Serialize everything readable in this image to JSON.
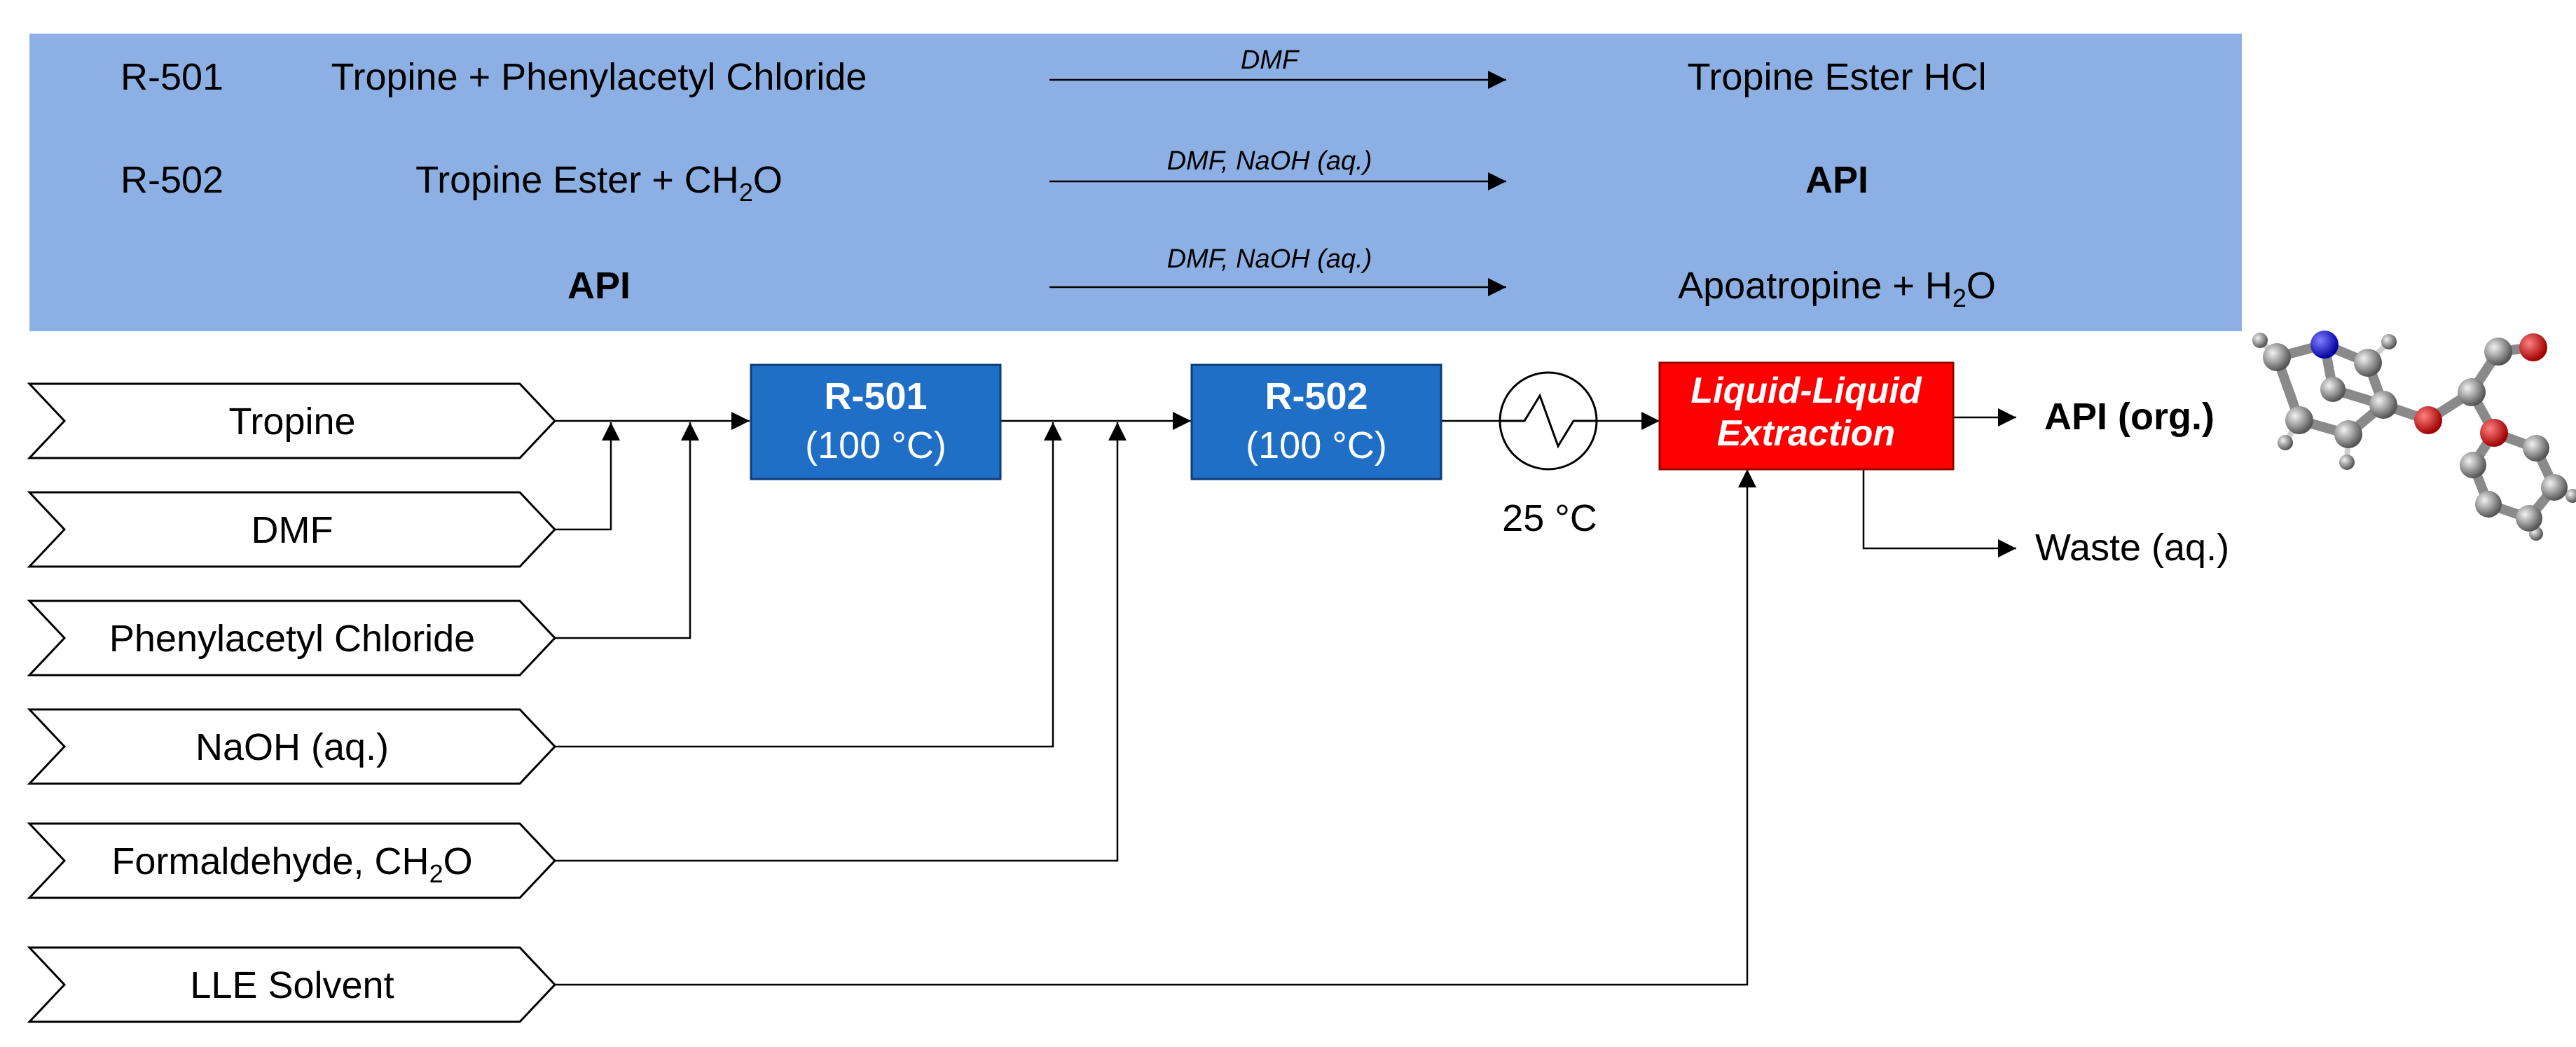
{
  "reactions": [
    {
      "id": "R-501",
      "reactants": "Tropine + Phenylacetyl Chloride",
      "conditions": "DMF",
      "product": "Tropine Ester HCl"
    },
    {
      "id": "R-502",
      "reactants_main": "Tropine Ester + CH",
      "reactants_sub": "2",
      "reactants_end": "O",
      "conditions": "DMF, NaOH (aq.)",
      "product": "API"
    },
    {
      "reactants": "API",
      "conditions": "DMF, NaOH (aq.)",
      "product_main": "Apoatropine + H",
      "product_sub": "2",
      "product_end": "O"
    }
  ],
  "feeds": [
    {
      "label": "Tropine"
    },
    {
      "label": "DMF"
    },
    {
      "label": "Phenylacetyl Chloride"
    },
    {
      "label": "NaOH (aq.)"
    },
    {
      "label_main": "Formaldehyde, CH",
      "label_sub": "2",
      "label_end": "O"
    },
    {
      "label": "LLE Solvent"
    }
  ],
  "units": {
    "r501": {
      "name": "R-501",
      "temp": "(100 °C)"
    },
    "r502": {
      "name": "R-502",
      "temp": "(100 °C)"
    },
    "cooler_temp": "25 °C",
    "lle_line1": "Liquid-Liquid",
    "lle_line2": "Extraction"
  },
  "outputs": {
    "api": "API (org.)",
    "waste": "Waste (aq.)"
  },
  "colors": {
    "reaction_panel": "#8db0e4",
    "reactor": "#1f6fc6",
    "lle": "#ff0000",
    "line": "#000000"
  },
  "icons": {
    "cooler": "heat-exchanger-icon",
    "molecule": "molecule-ball-and-stick-icon"
  }
}
